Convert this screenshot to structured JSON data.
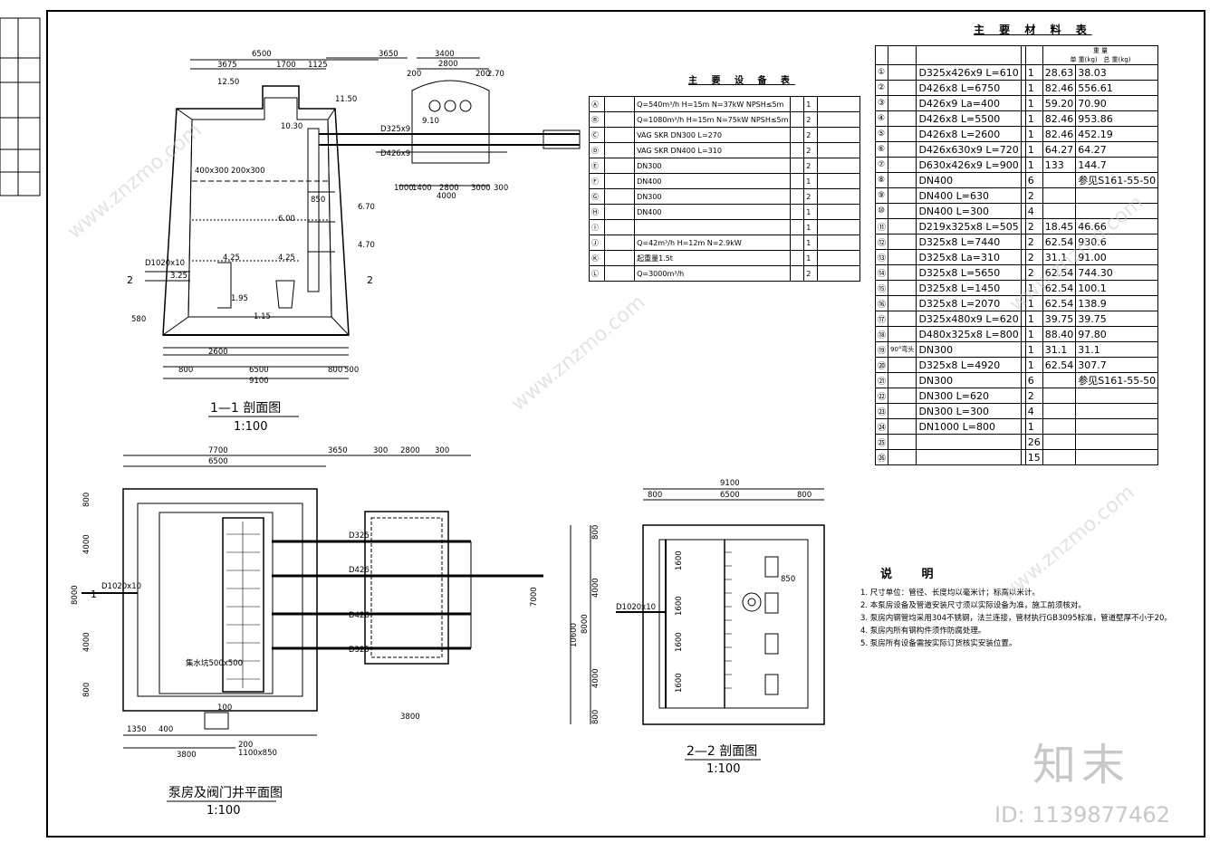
{
  "drawing": {
    "section11": {
      "title": "1—1 剖面图",
      "scale": "1:100"
    },
    "section22": {
      "title": "2—2 剖面图",
      "scale": "1:100"
    },
    "plan": {
      "title": "泵房及阀门井平面图",
      "scale": "1:100"
    }
  },
  "dims": {
    "s11_top": [
      "6500",
      "3650",
      "3400",
      "2800",
      "3675",
      "1700",
      "1125",
      "200",
      "200",
      "2.70"
    ],
    "s11_elev": [
      "12.50",
      "11.50",
      "10.30",
      "9.10",
      "6.70",
      "6.00",
      "4.70",
      "4.25",
      "4.25",
      "3.25",
      "1.95",
      "1.15"
    ],
    "s11_bottom": [
      "2600",
      "800",
      "6500",
      "800",
      "500",
      "9100"
    ],
    "s11_misc": [
      "D1020x10",
      "D325x9",
      "D426x9",
      "400x300",
      "200x300",
      "850",
      "580",
      "1000",
      "1400",
      "2800",
      "3000",
      "300",
      "4000"
    ],
    "plan_top": [
      "7700",
      "6500",
      "3650",
      "300",
      "2800",
      "300"
    ],
    "plan_left": [
      "800",
      "4000",
      "8000",
      "4000",
      "800"
    ],
    "plan_bottom": [
      "1350",
      "400",
      "100",
      "200",
      "3800",
      "1100x850",
      "3800"
    ],
    "plan_misc": [
      "D1020x10",
      "D325",
      "D426",
      "D426",
      "D325",
      "7000",
      "集水坑500x500"
    ],
    "s22_top": [
      "9100",
      "800",
      "6500",
      "800"
    ],
    "s22_left": [
      "800",
      "4000",
      "8000",
      "4000",
      "800",
      "10600"
    ],
    "s22_misc": [
      "D1020x10",
      "1600",
      "1600",
      "1600",
      "1600",
      "850"
    ]
  },
  "equipment_table": {
    "title": "主 要 设 备 表",
    "rows": [
      {
        "no": "Ⓐ",
        "spec": "Q=540m³/h H=15m N=37kW NPSH≤5m",
        "n": "1"
      },
      {
        "no": "Ⓑ",
        "spec": "Q=1080m³/h H=15m N=75kW NPSH≤5m",
        "n": "2"
      },
      {
        "no": "Ⓒ",
        "spec": "VAG SKR DN300 L=270",
        "n": "2"
      },
      {
        "no": "Ⓓ",
        "spec": "VAG SKR DN400 L=310",
        "n": "2"
      },
      {
        "no": "Ⓔ",
        "spec": "DN300",
        "n": "2"
      },
      {
        "no": "Ⓕ",
        "spec": "DN400",
        "n": "1"
      },
      {
        "no": "Ⓖ",
        "spec": "DN300",
        "n": "2"
      },
      {
        "no": "Ⓗ",
        "spec": "DN400",
        "n": "1"
      },
      {
        "no": "Ⓘ",
        "spec": "",
        "n": "1"
      },
      {
        "no": "Ⓙ",
        "spec": "Q=42m³/h H=12m N=2.9kW",
        "n": "1"
      },
      {
        "no": "Ⓚ",
        "spec": "起重量1.5t",
        "n": "1"
      },
      {
        "no": "Ⓛ",
        "spec": "Q=3000m³/h",
        "n": "2"
      }
    ]
  },
  "material_table": {
    "title": "主 要 材 料 表",
    "header": {
      "weight": "重 量",
      "unit": "单 重(kg)",
      "total": "总 重(kg)"
    },
    "rows": [
      {
        "no": "①",
        "spec": "D325x426x9 L=610",
        "n": "1",
        "unit": "28.63",
        "total": "38.03"
      },
      {
        "no": "②",
        "spec": "D426x8 L=6750",
        "n": "1",
        "unit": "82.46",
        "total": "556.61"
      },
      {
        "no": "③",
        "spec": "D426x9 La=400",
        "n": "1",
        "unit": "59.20",
        "total": "70.90"
      },
      {
        "no": "④",
        "spec": "D426x8 L=5500",
        "n": "1",
        "unit": "82.46",
        "total": "953.86"
      },
      {
        "no": "⑤",
        "spec": "D426x8 L=2600",
        "n": "1",
        "unit": "82.46",
        "total": "452.19"
      },
      {
        "no": "⑥",
        "spec": "D426x630x9 L=720",
        "n": "1",
        "unit": "64.27",
        "total": "64.27"
      },
      {
        "no": "⑦",
        "spec": "D630x426x9 L=900",
        "n": "1",
        "unit": "133",
        "total": "144.7"
      },
      {
        "no": "⑧",
        "spec": "DN400",
        "n": "6",
        "unit": "",
        "total": "参见S161-55-50"
      },
      {
        "no": "⑨",
        "spec": "DN400 L=630",
        "n": "2",
        "unit": "",
        "total": ""
      },
      {
        "no": "⑩",
        "spec": "DN400 L=300",
        "n": "4",
        "unit": "",
        "total": ""
      },
      {
        "no": "⑪",
        "spec": "D219x325x8 L=505",
        "n": "2",
        "unit": "18.45",
        "total": "46.66"
      },
      {
        "no": "⑫",
        "spec": "D325x8 L=7440",
        "n": "2",
        "unit": "62.54",
        "total": "930.6"
      },
      {
        "no": "⑬",
        "spec": "D325x8 La=310",
        "n": "2",
        "unit": "31.1",
        "total": "91.00"
      },
      {
        "no": "⑭",
        "spec": "D325x8 L=5650",
        "n": "2",
        "unit": "62.54",
        "total": "744.30"
      },
      {
        "no": "⑮",
        "spec": "D325x8 L=1450",
        "n": "1",
        "unit": "62.54",
        "total": "100.1"
      },
      {
        "no": "⑯",
        "spec": "D325x8 L=2070",
        "n": "1",
        "unit": "62.54",
        "total": "138.9"
      },
      {
        "no": "⑰",
        "spec": "D325x480x9 L=620",
        "n": "1",
        "unit": "39.75",
        "total": "39.75"
      },
      {
        "no": "⑱",
        "spec": "D480x325x8 L=800",
        "n": "1",
        "unit": "88.40",
        "total": "97.80"
      },
      {
        "no": "⑲",
        "spec": "DN300",
        "n": "1",
        "unit": "31.1",
        "total": "31.1",
        "name": "90°弯头"
      },
      {
        "no": "⑳",
        "spec": "D325x8 L=4920",
        "n": "1",
        "unit": "62.54",
        "total": "307.7"
      },
      {
        "no": "㉑",
        "spec": "DN300",
        "n": "6",
        "unit": "",
        "total": "参见S161-55-50"
      },
      {
        "no": "㉒",
        "spec": "DN300 L=620",
        "n": "2",
        "unit": "",
        "total": ""
      },
      {
        "no": "㉓",
        "spec": "DN300 L=300",
        "n": "4",
        "unit": "",
        "total": ""
      },
      {
        "no": "㉔",
        "spec": "DN1000 L=800",
        "n": "1",
        "unit": "",
        "total": ""
      },
      {
        "no": "㉕",
        "spec": "",
        "n": "26",
        "unit": "",
        "total": ""
      },
      {
        "no": "㉖",
        "spec": "",
        "n": "15",
        "unit": "",
        "total": ""
      }
    ]
  },
  "notes": {
    "title": "说 明",
    "items": [
      "1. 尺寸单位：管径、长度均以毫米计；标高以米计。",
      "2. 本泵房设备及管道安装尺寸须以实际设备为准，施工前须核对。",
      "3. 泵房内钢管均采用304不锈钢，法兰连接，管材执行GB3095标准，管道壁厚不小于20。",
      "4. 泵房内所有钢构件须作防腐处理。",
      "5. 泵房所有设备需按实际订货核实安装位置。"
    ]
  },
  "watermark": {
    "brand": "知末",
    "id": "ID: 1139877462",
    "url": "www.znzmo.com"
  }
}
